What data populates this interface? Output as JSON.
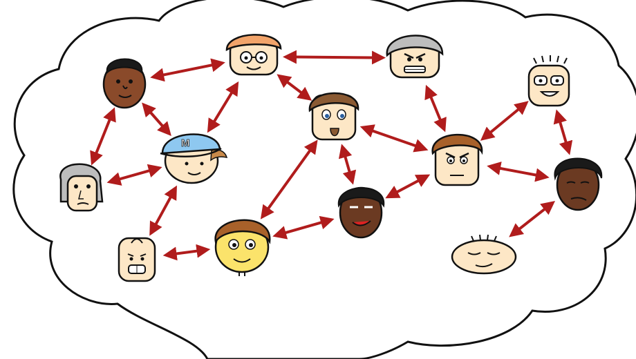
{
  "diagram": {
    "kind": "social-network-thought-bubble",
    "colors": {
      "arrow": "#b01c1c",
      "outline": "#111111",
      "bubble_fill": "#ffffff",
      "skin_light": "#fde7c6",
      "skin_yellow": "#fbe36b",
      "skin_brown": "#8a4a2a",
      "skin_dark": "#6b3a22",
      "cap_blue": "#8ec8f0",
      "hair_orange": "#f2a46a",
      "hair_brown": "#8a5a33",
      "hair_gray": "#bdbdbd",
      "hair_black": "#1a1a1a"
    },
    "cap_letter": "M",
    "nodes": [
      {
        "id": "orange-hair-glasses",
        "icon": "face-orange-hair-glasses-icon"
      },
      {
        "id": "gray-hair-grimace",
        "icon": "face-gray-hair-grimace-icon"
      },
      {
        "id": "curly-black-hair",
        "icon": "face-curly-black-hair-icon"
      },
      {
        "id": "bearded-brown-hair",
        "icon": "face-bearded-brown-hair-icon"
      },
      {
        "id": "bald-glasses-smile",
        "icon": "face-bald-glasses-icon"
      },
      {
        "id": "blue-cap-kid",
        "icon": "face-blue-cap-icon"
      },
      {
        "id": "brown-hair-center",
        "icon": "face-brown-hair-hub-icon"
      },
      {
        "id": "gray-long-hair",
        "icon": "face-gray-long-hair-icon"
      },
      {
        "id": "dark-skin-dreadlocks",
        "icon": "face-dark-skin-dreadlocks-icon"
      },
      {
        "id": "dark-skin-smirk",
        "icon": "face-dark-skin-smirk-icon"
      },
      {
        "id": "bald-mohawk-grin",
        "icon": "face-bald-grin-icon"
      },
      {
        "id": "yellow-spiky-kid",
        "icon": "face-yellow-kid-icon"
      },
      {
        "id": "baby-face",
        "icon": "face-baby-icon"
      }
    ],
    "edges": [
      [
        "curly-black-hair",
        "orange-hair-glasses"
      ],
      [
        "orange-hair-glasses",
        "gray-hair-grimace"
      ],
      [
        "orange-hair-glasses",
        "blue-cap-kid"
      ],
      [
        "orange-hair-glasses",
        "bearded-brown-hair"
      ],
      [
        "curly-black-hair",
        "blue-cap-kid"
      ],
      [
        "curly-black-hair",
        "gray-long-hair"
      ],
      [
        "gray-long-hair",
        "blue-cap-kid"
      ],
      [
        "blue-cap-kid",
        "bald-mohawk-grin"
      ],
      [
        "bald-mohawk-grin",
        "yellow-spiky-kid"
      ],
      [
        "yellow-spiky-kid",
        "dark-skin-smirk"
      ],
      [
        "yellow-spiky-kid",
        "bearded-brown-hair"
      ],
      [
        "bearded-brown-hair",
        "dark-skin-smirk"
      ],
      [
        "bearded-brown-hair",
        "brown-hair-center"
      ],
      [
        "gray-hair-grimace",
        "brown-hair-center"
      ],
      [
        "dark-skin-smirk",
        "brown-hair-center"
      ],
      [
        "brown-hair-center",
        "bald-glasses-smile"
      ],
      [
        "brown-hair-center",
        "dark-skin-dreadlocks"
      ],
      [
        "bald-glasses-smile",
        "dark-skin-dreadlocks"
      ],
      [
        "dark-skin-dreadlocks",
        "baby-face"
      ]
    ]
  }
}
